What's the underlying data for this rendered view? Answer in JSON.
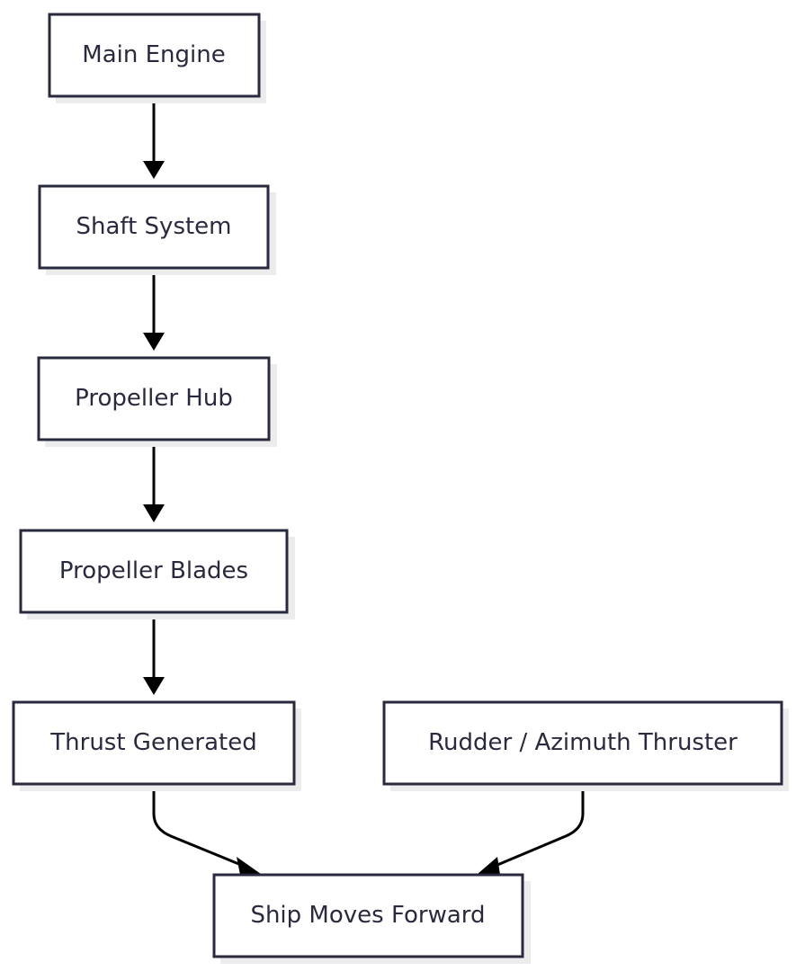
{
  "nodes": {
    "main_engine": "Main Engine",
    "shaft_system": "Shaft System",
    "propeller_hub": "Propeller Hub",
    "propeller_blades": "Propeller Blades",
    "thrust_generated": "Thrust Generated",
    "rudder_azimuth_thruster": "Rudder / Azimuth Thruster",
    "ship_moves_forward": "Ship Moves Forward"
  },
  "edges": [
    {
      "from": "Main Engine",
      "to": "Shaft System"
    },
    {
      "from": "Shaft System",
      "to": "Propeller Hub"
    },
    {
      "from": "Propeller Hub",
      "to": "Propeller Blades"
    },
    {
      "from": "Propeller Blades",
      "to": "Thrust Generated"
    },
    {
      "from": "Thrust Generated",
      "to": "Ship Moves Forward"
    },
    {
      "from": "Rudder / Azimuth Thruster",
      "to": "Ship Moves Forward"
    }
  ],
  "colors": {
    "node_border": "#2a2a3e",
    "node_text": "#2a2a3e",
    "edge": "#000000",
    "shadow": "#ececec",
    "background": "#ffffff"
  }
}
